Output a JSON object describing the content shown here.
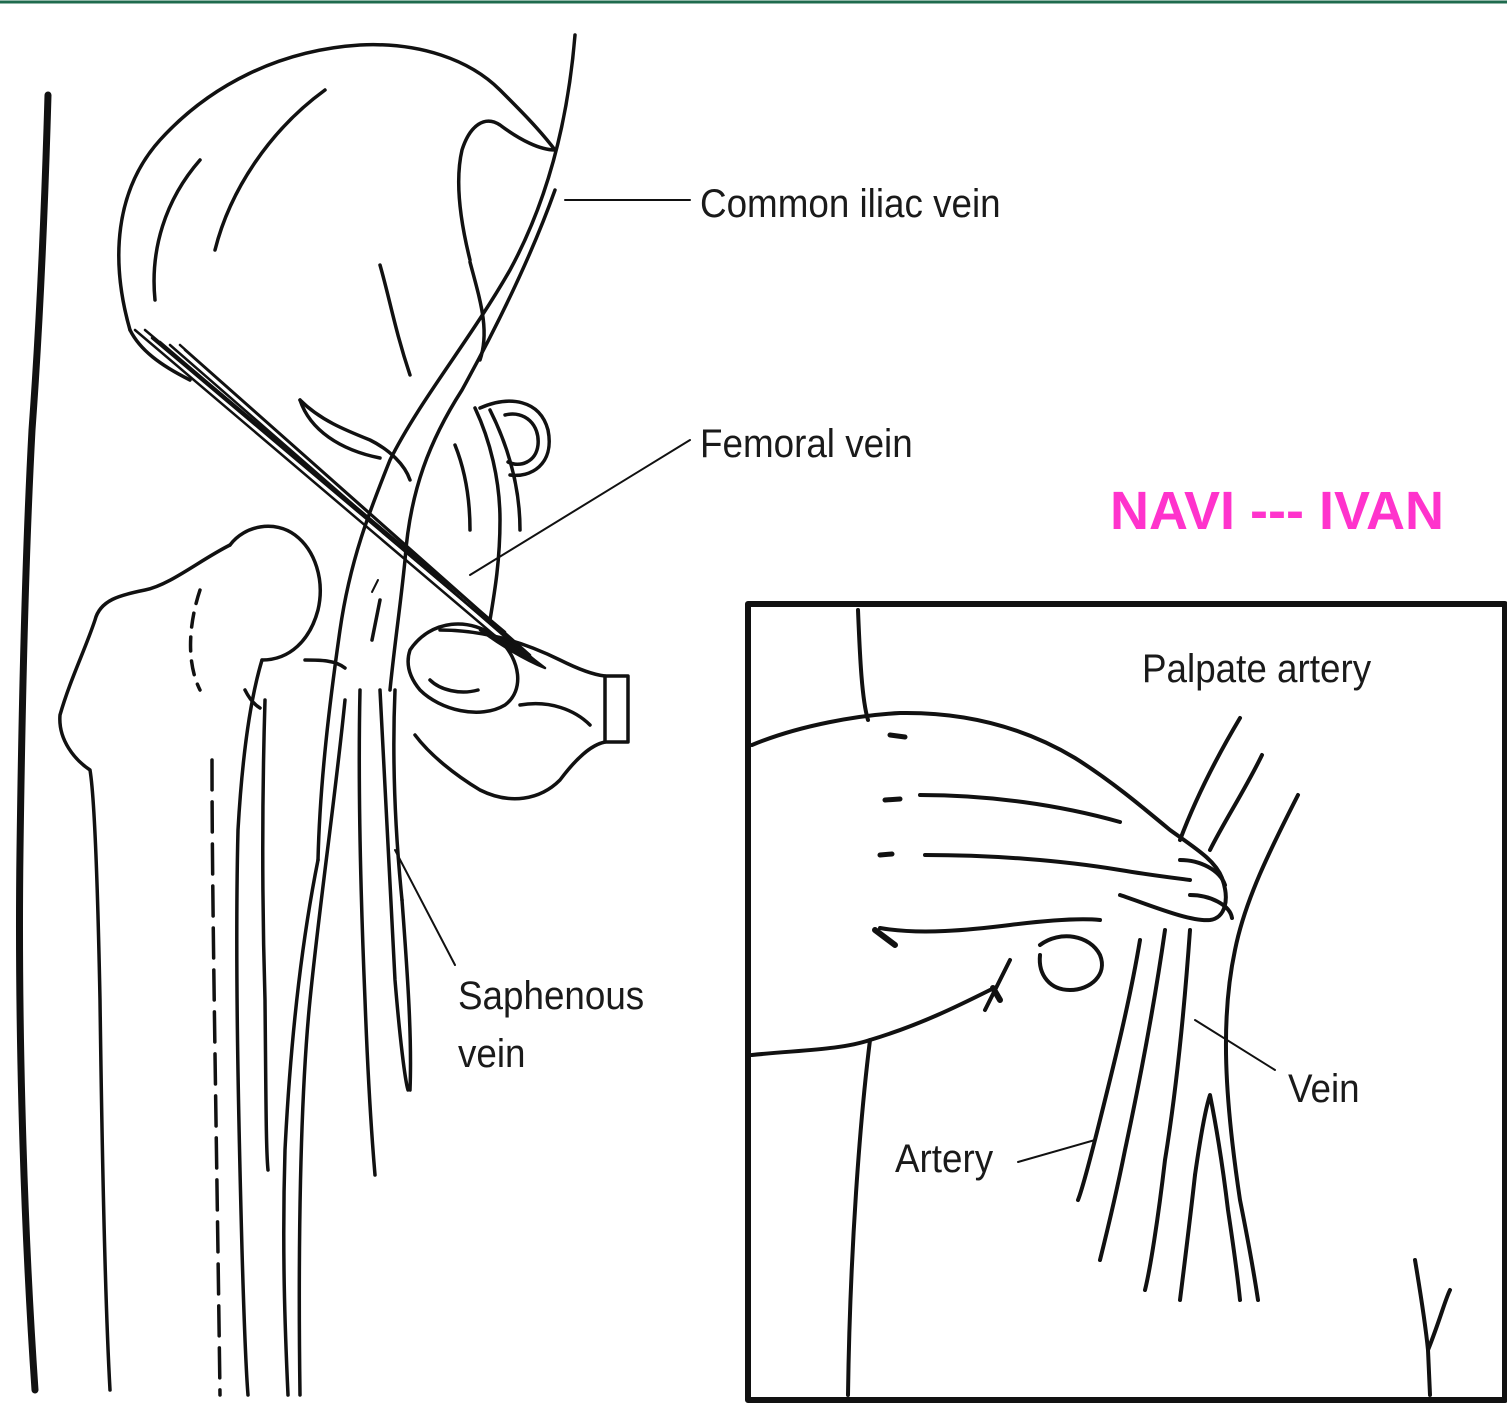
{
  "labels": {
    "common_iliac_vein": "Common iliac vein",
    "femoral_vein": "Femoral vein",
    "saphenous_vein_line1": "Saphenous",
    "saphenous_vein_line2": "vein",
    "palpate_artery": "Palpate artery",
    "vein": "Vein",
    "artery": "Artery"
  },
  "mnemonic": {
    "text": "NAVI --- IVAN",
    "color": "#ff33cc"
  },
  "colors": {
    "line": "#111111",
    "top_border": "#1f6b4e",
    "background": "#ffffff"
  }
}
